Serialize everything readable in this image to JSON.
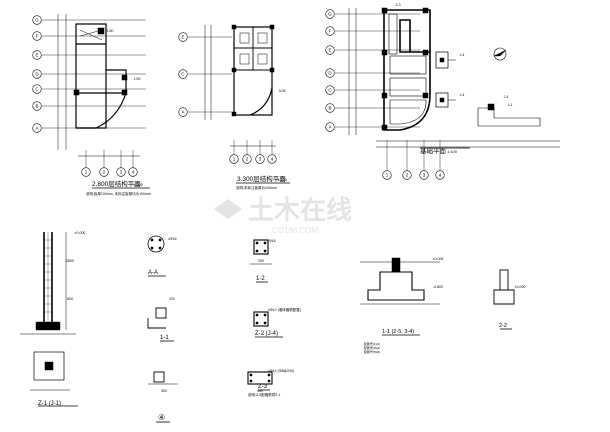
{
  "drawing": {
    "plan1": {
      "title": "2.800层结构平面",
      "scale": "1:100",
      "note": "说明:板厚100mm, 未标注板厚均为100mm",
      "axes_v": [
        "G",
        "F",
        "E",
        "D",
        "C",
        "B",
        "A"
      ],
      "axes_h": [
        "1",
        "2",
        "3",
        "4"
      ]
    },
    "plan2": {
      "title": "3.300层结构平面",
      "scale": "1:100",
      "note": "说明:未标注板厚为100mm",
      "axes_v": [
        "E",
        "C",
        "A"
      ],
      "axes_h": [
        "1",
        "2",
        "3",
        "4"
      ]
    },
    "plan3": {
      "title": "基础平面",
      "scale": "1:100",
      "axes_v": [
        "G",
        "F",
        "E",
        "D",
        "C",
        "B",
        "A"
      ],
      "axes_h": [
        "1",
        "2",
        "3",
        "4"
      ],
      "labels": {
        "jl": "3-3",
        "j1": "J-1",
        "j2": "J-1",
        "j3": "J-1",
        "j4": "J-1",
        "side": "J-4"
      }
    },
    "details": {
      "z1": {
        "title": "Z-1 (J-1)",
        "scale": "1:20"
      },
      "aa": {
        "title": "A-A",
        "scale": "1:20",
        "note": "4Φ16"
      },
      "s11": {
        "title": "1-1",
        "scale": "1:20"
      },
      "s12": {
        "title": "1-2",
        "scale": "1:20",
        "note": "4Φ16"
      },
      "z2": {
        "title": "Z-2 (J-4)",
        "scale": "1:20",
        "note": "4Φ12 (墙体箍筋配置)"
      },
      "z3": {
        "title": "Z-3",
        "scale": "1:20",
        "note": "4Φ14 (Φ8@200)"
      },
      "z3note": "说明:Z-3配箍筋同Z-1",
      "s13": {
        "title": "1-1 (2-5, 3-4)",
        "scale": "1:20"
      },
      "s22": {
        "title": "2-2",
        "scale": "1:20"
      },
      "s4": {
        "title": "④",
        "scale": "1:20"
      },
      "dim200": "200",
      "dim300": "300",
      "dim400": "400",
      "elev1": "±0.000",
      "elev2": "-0.800"
    },
    "watermark": {
      "cn": "土木在线",
      "en": "CO188.COM"
    }
  }
}
